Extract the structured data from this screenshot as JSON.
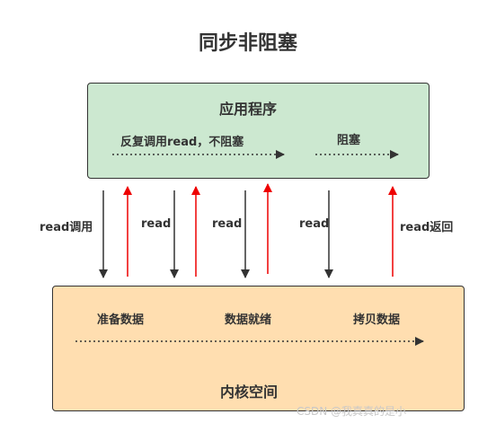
{
  "title": "同步非阻塞",
  "user_space": {
    "title": "应用程序",
    "left_text": "反复调用read，不阻塞",
    "right_text": "阻塞"
  },
  "kernel_space": {
    "title": "内核空间",
    "stages": [
      "准备数据",
      "数据就绪",
      "拷贝数据"
    ]
  },
  "calls": [
    {
      "label": "read调用"
    },
    {
      "label": "read"
    },
    {
      "label": "read"
    },
    {
      "label": "read"
    },
    {
      "label": "read返回"
    }
  ],
  "colors": {
    "user_fill": "#cce8d0",
    "kernel_fill": "#ffdeb0",
    "call_arrow": "#333333",
    "return_arrow": "#ee0000"
  },
  "watermark": "CSDN @我真真的是小"
}
